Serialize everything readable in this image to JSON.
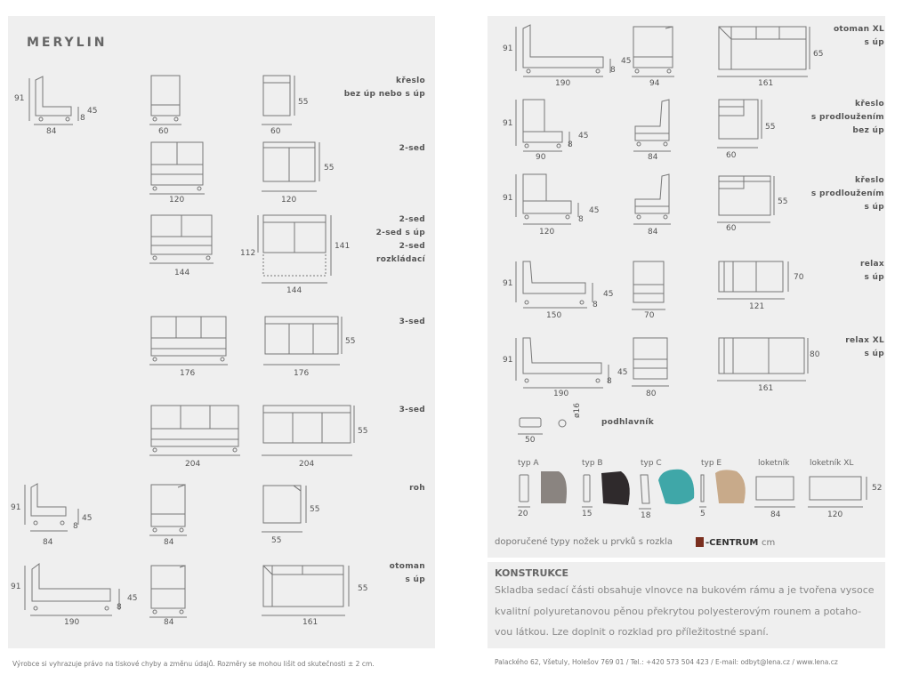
{
  "brand": "MERYLIN",
  "left_labels": {
    "kreslo": [
      "křeslo",
      "bez úp nebo s úp"
    ],
    "sed2": [
      "2-sed"
    ],
    "sed2_rozkl": [
      "2-sed",
      "2-sed s úp",
      "2-sed",
      "rozkládací"
    ],
    "sed3_a": [
      "3-sed"
    ],
    "sed3_b": [
      "3-sed"
    ],
    "roh": [
      "roh"
    ],
    "otoman": [
      "otoman",
      "s úp"
    ]
  },
  "right_labels": {
    "otoman_xl": [
      "otoman XL",
      "s úp"
    ],
    "kreslo_prodl_bez": [
      "křeslo",
      "s prodloužením",
      "bez úp"
    ],
    "kreslo_prodl_s": [
      "křeslo",
      "s prodloužením",
      "s úp"
    ],
    "relax": [
      "relax",
      "s úp"
    ],
    "relax_xl": [
      "relax XL",
      "s úp"
    ],
    "podhlavnik": [
      "podhlavník"
    ]
  },
  "dims": {
    "l_kreslo_h": "91",
    "l_kreslo_seat": "45",
    "l_kreslo_leg": "8",
    "l_kreslo_w": "84",
    "l_kreslo_front_w": "60",
    "l_kreslo_top_d": "55",
    "l_kreslo_top_w": "60",
    "l_2sed_w": "120",
    "l_2sed_top_w": "120",
    "l_2sed_top_d": "55",
    "l_2sedr_w": "144",
    "l_2sedr_d1": "112",
    "l_2sedr_d2": "141",
    "l_2sedr_top_w": "144",
    "l_3sed_w": "176",
    "l_3sed_top_w": "176",
    "l_3sed_top_d": "55",
    "l_3sedb_w": "204",
    "l_3sedb_top_w": "204",
    "l_3sedb_top_d": "55",
    "l_roh_h": "91",
    "l_roh_seat": "45",
    "l_roh_leg": "8",
    "l_roh_w": "84",
    "l_roh_front_w": "84",
    "l_roh_top_d": "55",
    "l_roh_top_w": "55",
    "l_ot_h": "91",
    "l_ot_seat": "45",
    "l_ot_leg": "8",
    "l_ot_w": "190",
    "l_ot_front_w": "84",
    "l_ot_top_d": "55",
    "l_ot_top_w": "161",
    "r_otxl_h": "91",
    "r_otxl_seat": "45",
    "r_otxl_leg": "8",
    "r_otxl_w": "190",
    "r_otxl_front_w": "94",
    "r_otxl_top_d": "65",
    "r_otxl_top_w": "161",
    "r_kp1_h": "91",
    "r_kp1_seat": "45",
    "r_kp1_leg": "8",
    "r_kp1_w": "90",
    "r_kp1_front_w": "84",
    "r_kp1_top_d": "55",
    "r_kp1_top_w": "60",
    "r_kp2_h": "91",
    "r_kp2_seat": "45",
    "r_kp2_leg": "8",
    "r_kp2_w": "120",
    "r_kp2_front_w": "84",
    "r_kp2_top_d": "55",
    "r_kp2_top_w": "60",
    "r_rx_h": "91",
    "r_rx_seat": "45",
    "r_rx_leg": "8",
    "r_rx_w": "150",
    "r_rx_front_w": "70",
    "r_rx_top_d": "70",
    "r_rx_top_w": "121",
    "r_rxl_h": "91",
    "r_rxl_seat": "45",
    "r_rxl_leg": "8",
    "r_rxl_w": "190",
    "r_rxl_front_w": "80",
    "r_rxl_top_d": "80",
    "r_rxl_top_w": "161",
    "r_podh_w": "50",
    "r_podh_d": "ø16",
    "r_typeA_w": "20",
    "r_typeB_w": "15",
    "r_typeC_w": "18",
    "r_typeE_w": "5",
    "r_lok_w": "84",
    "r_lokxl_w": "120",
    "r_lok_h": "52"
  },
  "leg_types": {
    "typeA": "typ A",
    "typeB": "typ B",
    "typeC": "typ C",
    "typeE": "typ E",
    "loketnik": "loketník",
    "loketnik_xl": "loketník XL"
  },
  "recommend": {
    "text": "doporučené typy nožek u prvků s rozkla",
    "logo": "-CENTRUM",
    "suffix": "cm"
  },
  "construction": {
    "title": "KONSTRUKCE",
    "lines": [
      "Skladba sedací části obsahuje vlnovce na bukovém rámu a je tvořena vysoce",
      "kvalitní polyuretanovou pěnou překrytou polyesterovým rounem a potaho-",
      "vou látkou. Lze doplnit o rozklad pro příležitostné spaní."
    ]
  },
  "footer": {
    "left": "Výrobce si vyhrazuje právo na tiskové chyby a změnu údajů. Rozměry se mohou lišit od skutečnosti ± 2 cm.",
    "right": "Palackého 62, Všetuly, Holešov 769 01 / Tel.: +420 573 504 423 / E-mail: odbyt@lena.cz / www.lena.cz"
  },
  "colors": {
    "panel": "#efefef",
    "line": "#777777",
    "swatch_a": "#8a8480",
    "swatch_b": "#2f2a2c",
    "swatch_c": "#3fa7a8",
    "swatch_e": "#c8aa8a",
    "logo": "#7a2f1f"
  }
}
